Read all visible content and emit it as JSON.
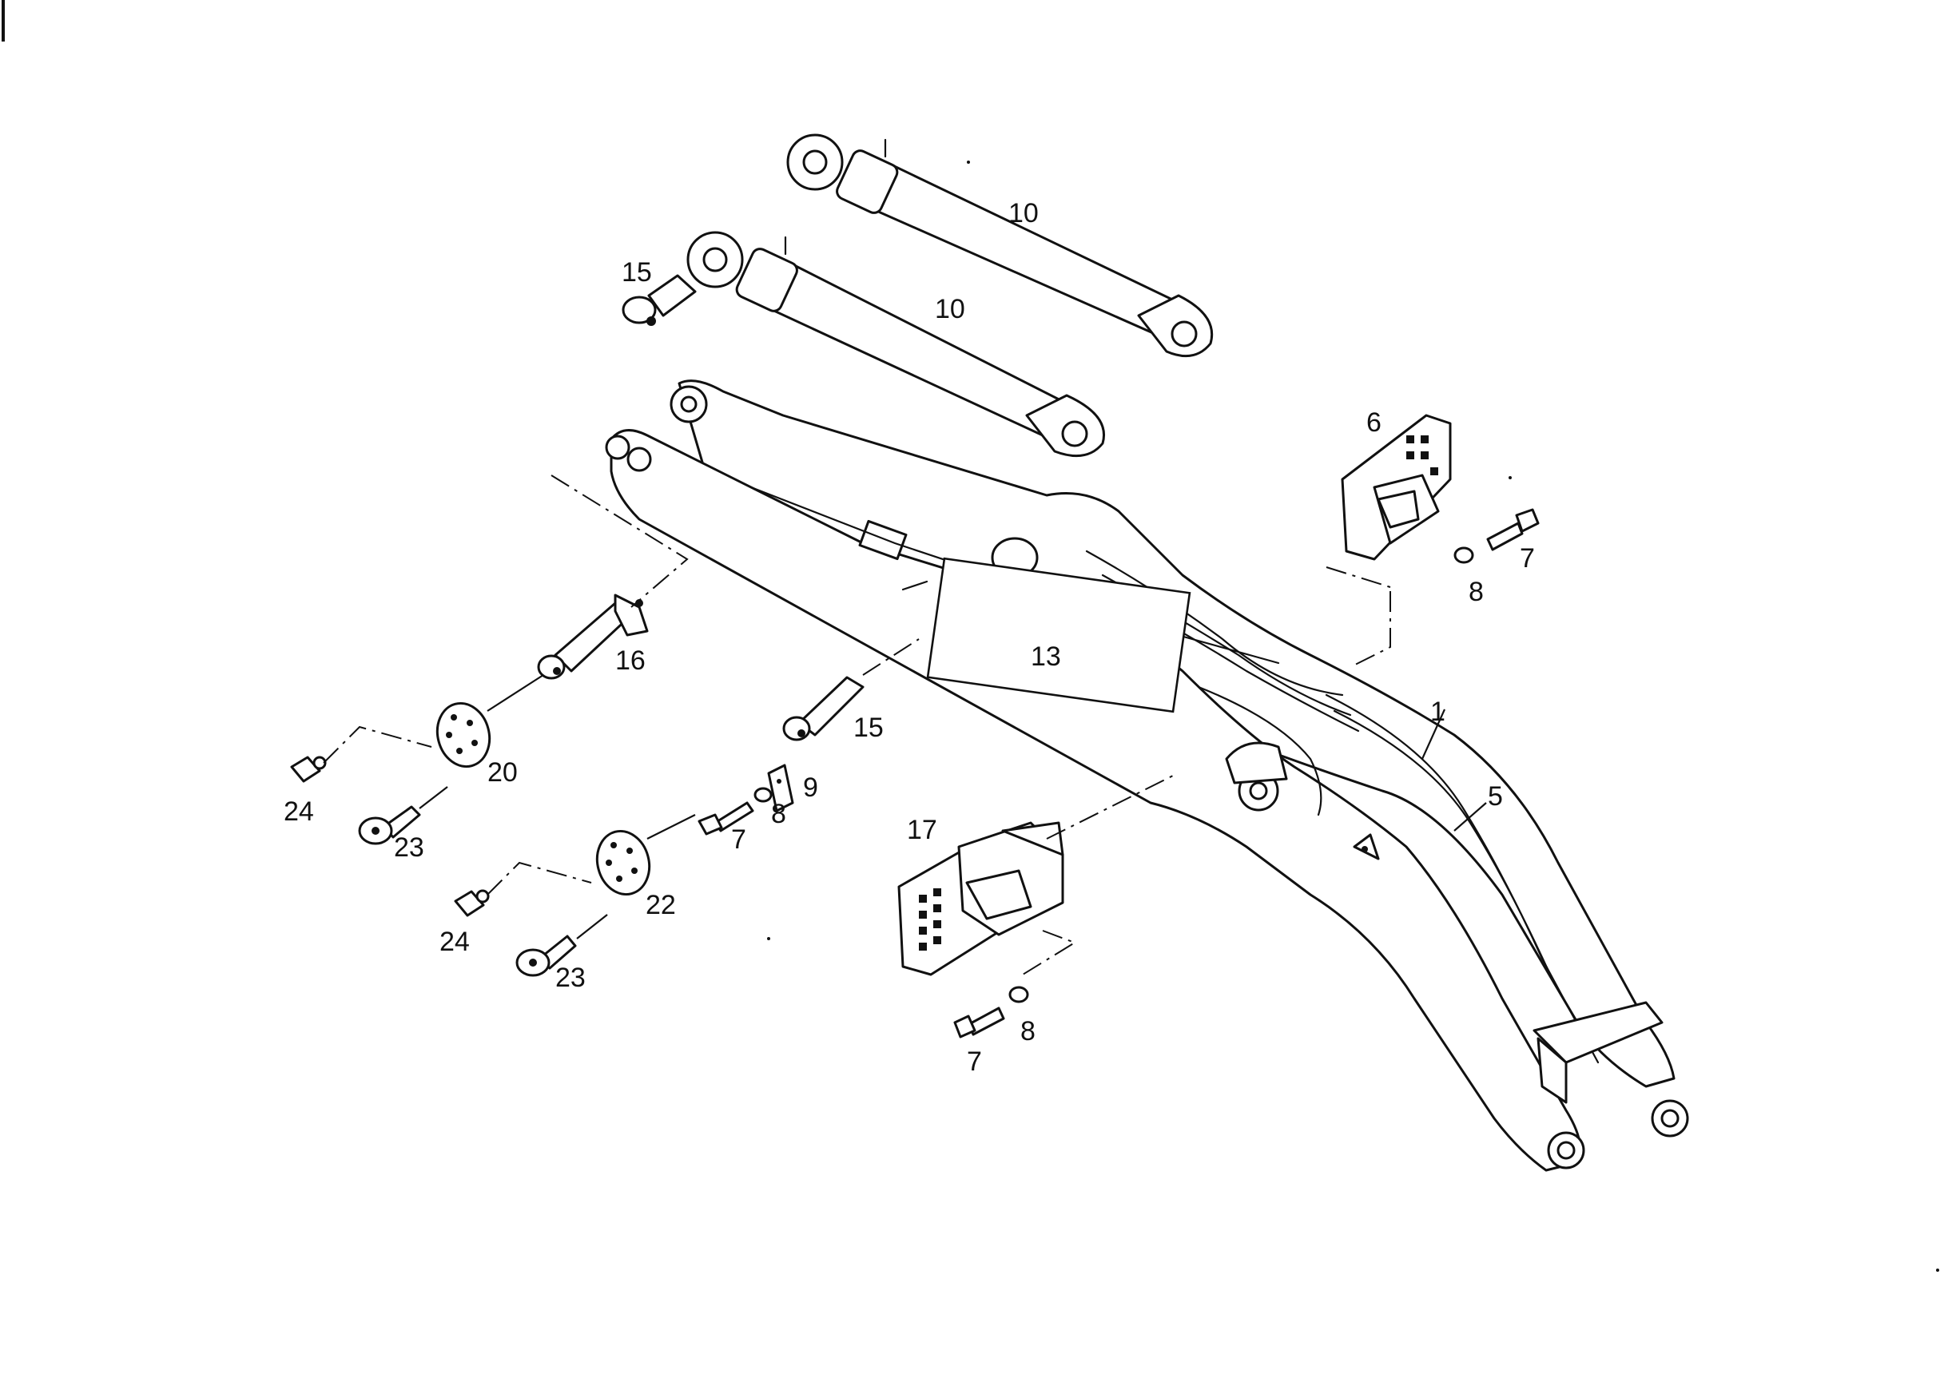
{
  "diagram": {
    "callouts": [
      {
        "id": "c10a",
        "label": "10"
      },
      {
        "id": "c10b",
        "label": "10"
      },
      {
        "id": "c15a",
        "label": "15"
      },
      {
        "id": "c6",
        "label": "6"
      },
      {
        "id": "c7a",
        "label": "7"
      },
      {
        "id": "c8a",
        "label": "8"
      },
      {
        "id": "c16",
        "label": "16"
      },
      {
        "id": "c13",
        "label": "13"
      },
      {
        "id": "c15b",
        "label": "15"
      },
      {
        "id": "c1",
        "label": "1"
      },
      {
        "id": "c5",
        "label": "5"
      },
      {
        "id": "c20",
        "label": "20"
      },
      {
        "id": "c24a",
        "label": "24"
      },
      {
        "id": "c23a",
        "label": "23"
      },
      {
        "id": "c9",
        "label": "9"
      },
      {
        "id": "c8b",
        "label": "8"
      },
      {
        "id": "c7b",
        "label": "7"
      },
      {
        "id": "c17",
        "label": "17"
      },
      {
        "id": "c22",
        "label": "22"
      },
      {
        "id": "c24b",
        "label": "24"
      },
      {
        "id": "c23b",
        "label": "23"
      },
      {
        "id": "c8c",
        "label": "8"
      },
      {
        "id": "c7c",
        "label": "7"
      }
    ]
  }
}
